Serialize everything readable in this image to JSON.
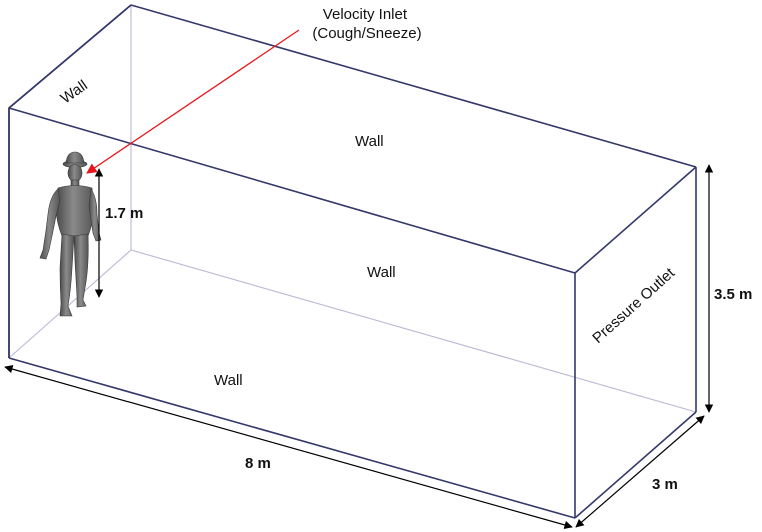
{
  "labels": {
    "wall_back": "Wall",
    "wall_top": "Wall",
    "wall_far": "Wall",
    "wall_floor": "Wall",
    "pressure_outlet": "Pressure Outlet",
    "velocity_inlet_line1": "Velocity Inlet",
    "velocity_inlet_line2": "(Cough/Sneeze)"
  },
  "dimensions": {
    "person_height": "1.7 m",
    "room_height": "3.5 m",
    "room_length": "8 m",
    "room_width": "3 m"
  },
  "colors": {
    "edge": "#34386a",
    "hidden_edge": "#b9b9d6",
    "inlet_arrow": "#e8161b",
    "figure": "#6e6e6e",
    "dimension_arrow": "#000000"
  }
}
